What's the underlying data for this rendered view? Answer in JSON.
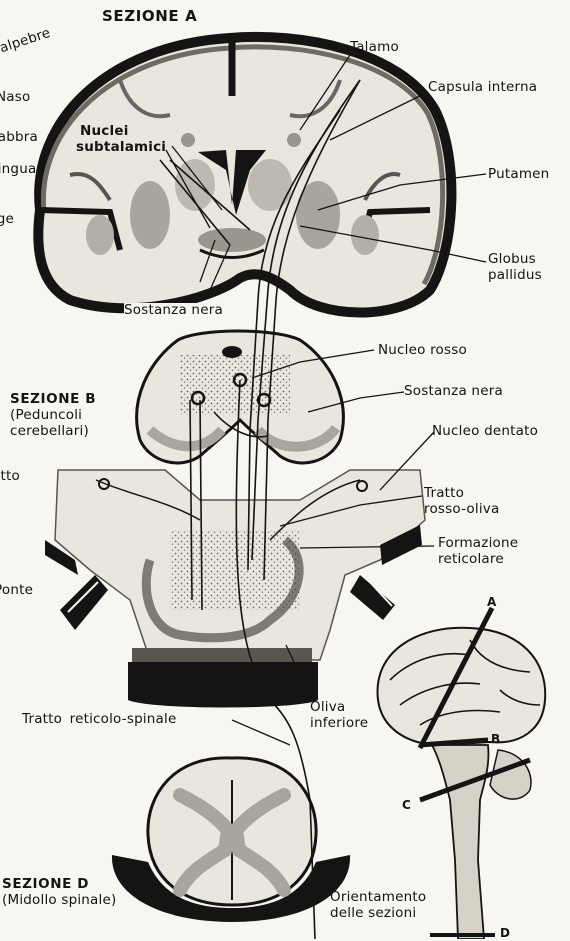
{
  "section_titles": {
    "a": "SEZIONE A",
    "b": "SEZIONE B",
    "b_sub1": "(Peduncoli",
    "b_sub2": "cerebellari)",
    "d": "SEZIONE D",
    "d_sub": "(Midollo spinale)"
  },
  "left_labels": {
    "palpebre": "alpebre",
    "naso": "Naso",
    "labbra": "Labbra",
    "lingua": "Lingua",
    "laringe": "inge",
    "tratto": "atto",
    "ponte": "Ponte"
  },
  "labels": {
    "talamo": "Talamo",
    "capsula_interna": "Capsula interna",
    "nuclei_subtalamici_1": "Nuclei",
    "nuclei_subtalamici_2": "subtalamici",
    "putamen": "Putamen",
    "globus_1": "Globus",
    "globus_2": "pallidus",
    "sostanza_nera_a": "Sostanza nera",
    "nucleo_rosso": "Nucleo rosso",
    "sostanza_nera_b": "Sostanza nera",
    "nucleo_dentato": "Nucleo dentato",
    "tratto_rosso_oliva_1": "Tratto",
    "tratto_rosso_oliva_2": "rosso-oliva",
    "formazione_1": "Formazione",
    "formazione_2": "reticolare",
    "oliva_1": "Oliva",
    "oliva_2": "inferiore",
    "tratto_reticolo_spinale": "Tratto reticolo-spinale",
    "orientamento_1": "Orientamento",
    "orientamento_2": "delle sezioni"
  },
  "orientation_letters": {
    "a": "A",
    "b": "B",
    "c": "C",
    "d": "D"
  },
  "colors": {
    "ink": "#141414",
    "tissue": "#e9e6dd",
    "gray_matter": "#a9a59c",
    "paper": "#f7f6f1"
  }
}
